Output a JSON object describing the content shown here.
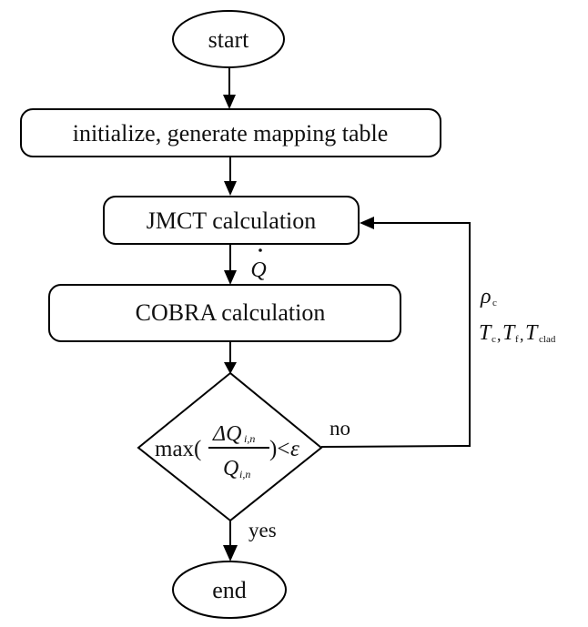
{
  "diagram": {
    "type": "flowchart",
    "nodes": {
      "start": {
        "label": "start",
        "shape": "ellipse"
      },
      "init": {
        "label": "initialize, generate mapping table",
        "shape": "rounded-rect"
      },
      "jmct": {
        "label": "JMCT calculation",
        "shape": "rounded-rect"
      },
      "cobra": {
        "label": "COBRA calculation",
        "shape": "rounded-rect"
      },
      "check": {
        "shape": "diamond",
        "func": "max(",
        "numerator": "ΔQ",
        "numerator_sub": "i,n",
        "denominator": "Q",
        "denominator_sub": "i,n",
        "close": ")<",
        "epsilon": "ε"
      },
      "end": {
        "label": "end",
        "shape": "ellipse"
      }
    },
    "edges": {
      "jmct_to_cobra": {
        "label": "Q",
        "label_note": "Q with overdot (power)"
      },
      "check_no": {
        "label": "no"
      },
      "check_yes": {
        "label": "yes"
      },
      "feedback": {
        "rho": "ρ",
        "rho_sub": "c",
        "T": "T",
        "Tc_sub": "c",
        "Tf_sub": "f",
        "Tclad_sub": "clad",
        "sep": ","
      }
    }
  }
}
